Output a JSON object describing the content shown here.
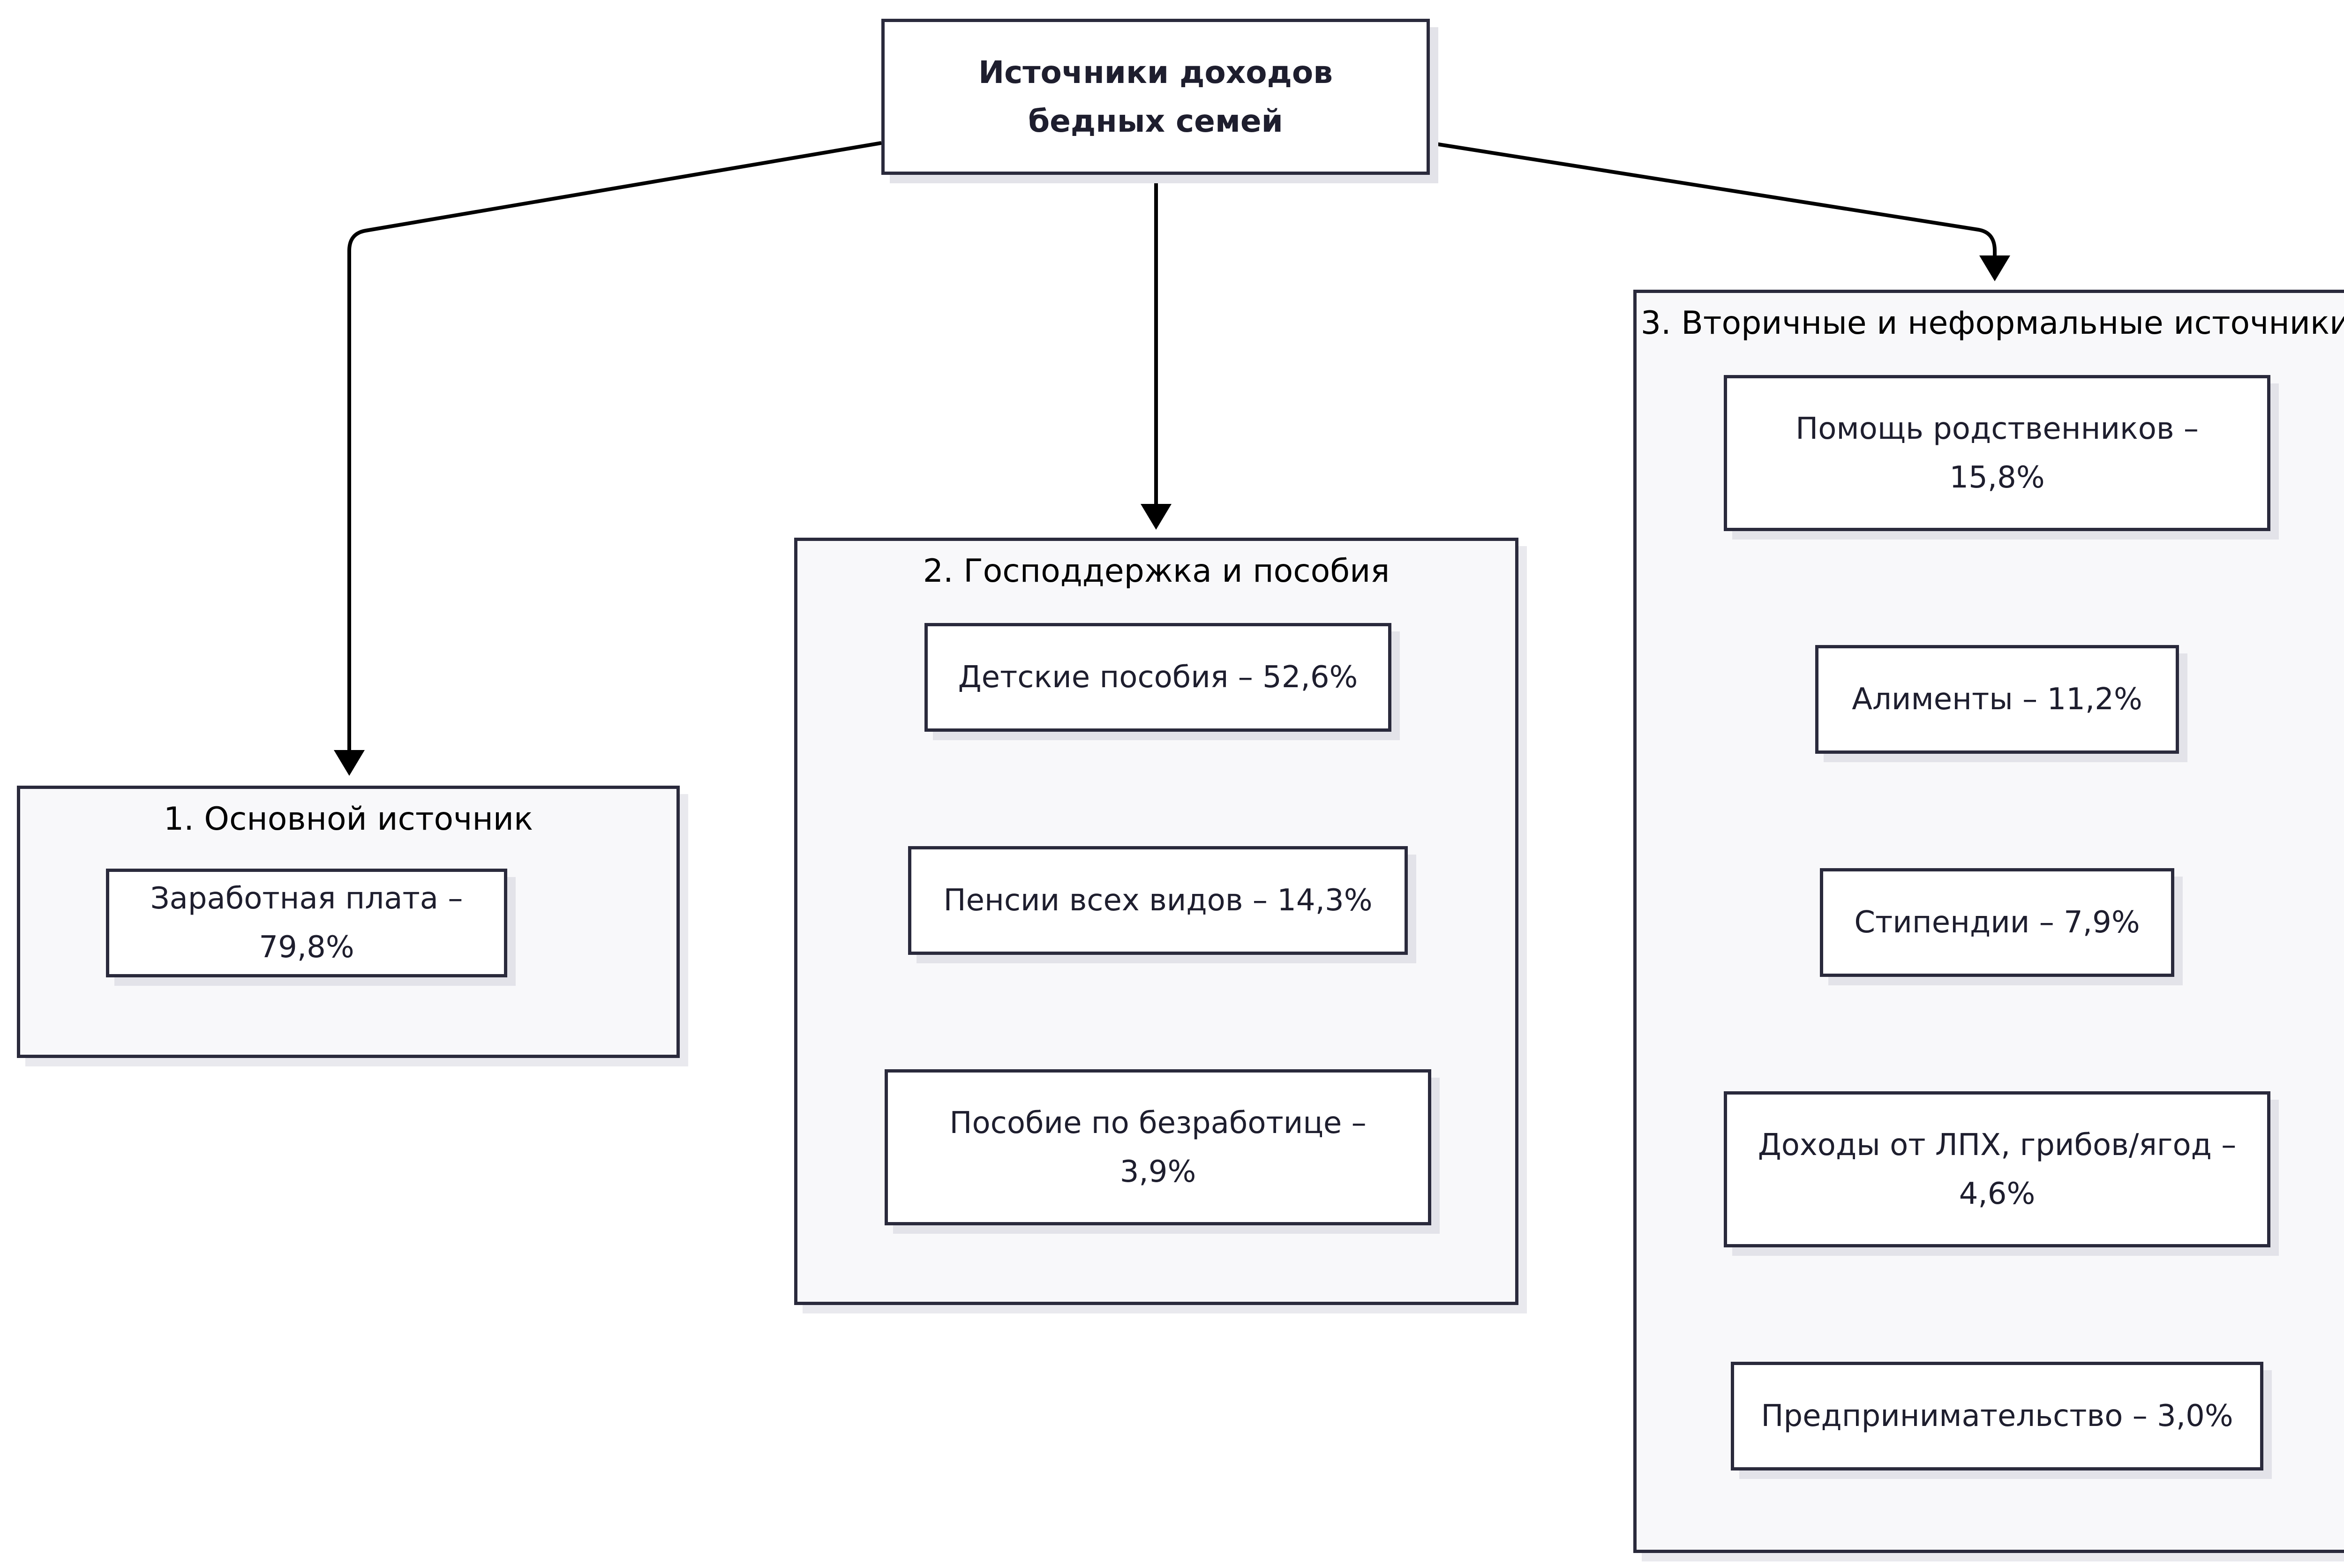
{
  "colors": {
    "stroke": "#2a2a3c",
    "group_fill": "#f8f8fa",
    "node_fill": "#ffffff",
    "shadow": "#e3e3e9"
  },
  "root": {
    "label": "Источники доходов бедных семей"
  },
  "groups": [
    {
      "title": "1. Основной источник",
      "items": [
        "Заработная плата – 79,8%"
      ]
    },
    {
      "title": "2. Господдержка и пособия",
      "items": [
        "Детские пособия – 52,6%",
        "Пенсии всех видов – 14,3%",
        "Пособие по безработице – 3,9%"
      ]
    },
    {
      "title": "3. Вторичные и неформальные источники",
      "items": [
        "Помощь родственников – 15,8%",
        "Алименты – 11,2%",
        "Стипендии – 7,9%",
        "Доходы от ЛПХ, грибов/ягод – 4,6%",
        "Предпринимательство – 3,0%"
      ]
    }
  ]
}
